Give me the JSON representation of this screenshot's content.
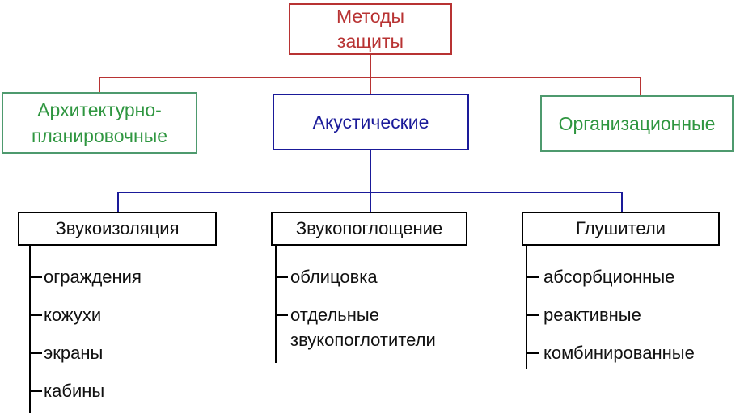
{
  "diagram": {
    "title_node": {
      "label": "Методы\nзащиты"
    },
    "branches": [
      {
        "label": "Архитектурно-\nпланировочные"
      },
      {
        "label": "Акустические"
      },
      {
        "label": "Организационные"
      }
    ],
    "groups": [
      {
        "label": "Звукоизоляция",
        "items": [
          "ограждения",
          "кожухи",
          "экраны",
          "кабины"
        ]
      },
      {
        "label": "Звукопоглощение",
        "items": [
          "облицовка",
          "отдельные\nзвукопоглотители"
        ]
      },
      {
        "label": "Глушители",
        "items": [
          "абсорбционные",
          "реактивные",
          "комбинированные"
        ]
      }
    ],
    "colors": {
      "red": "#b83333",
      "green_border": "#4e9a6e",
      "green_text": "#2f9640",
      "blue": "#1a1a99",
      "black": "#000000",
      "background": "#ffffff"
    }
  }
}
